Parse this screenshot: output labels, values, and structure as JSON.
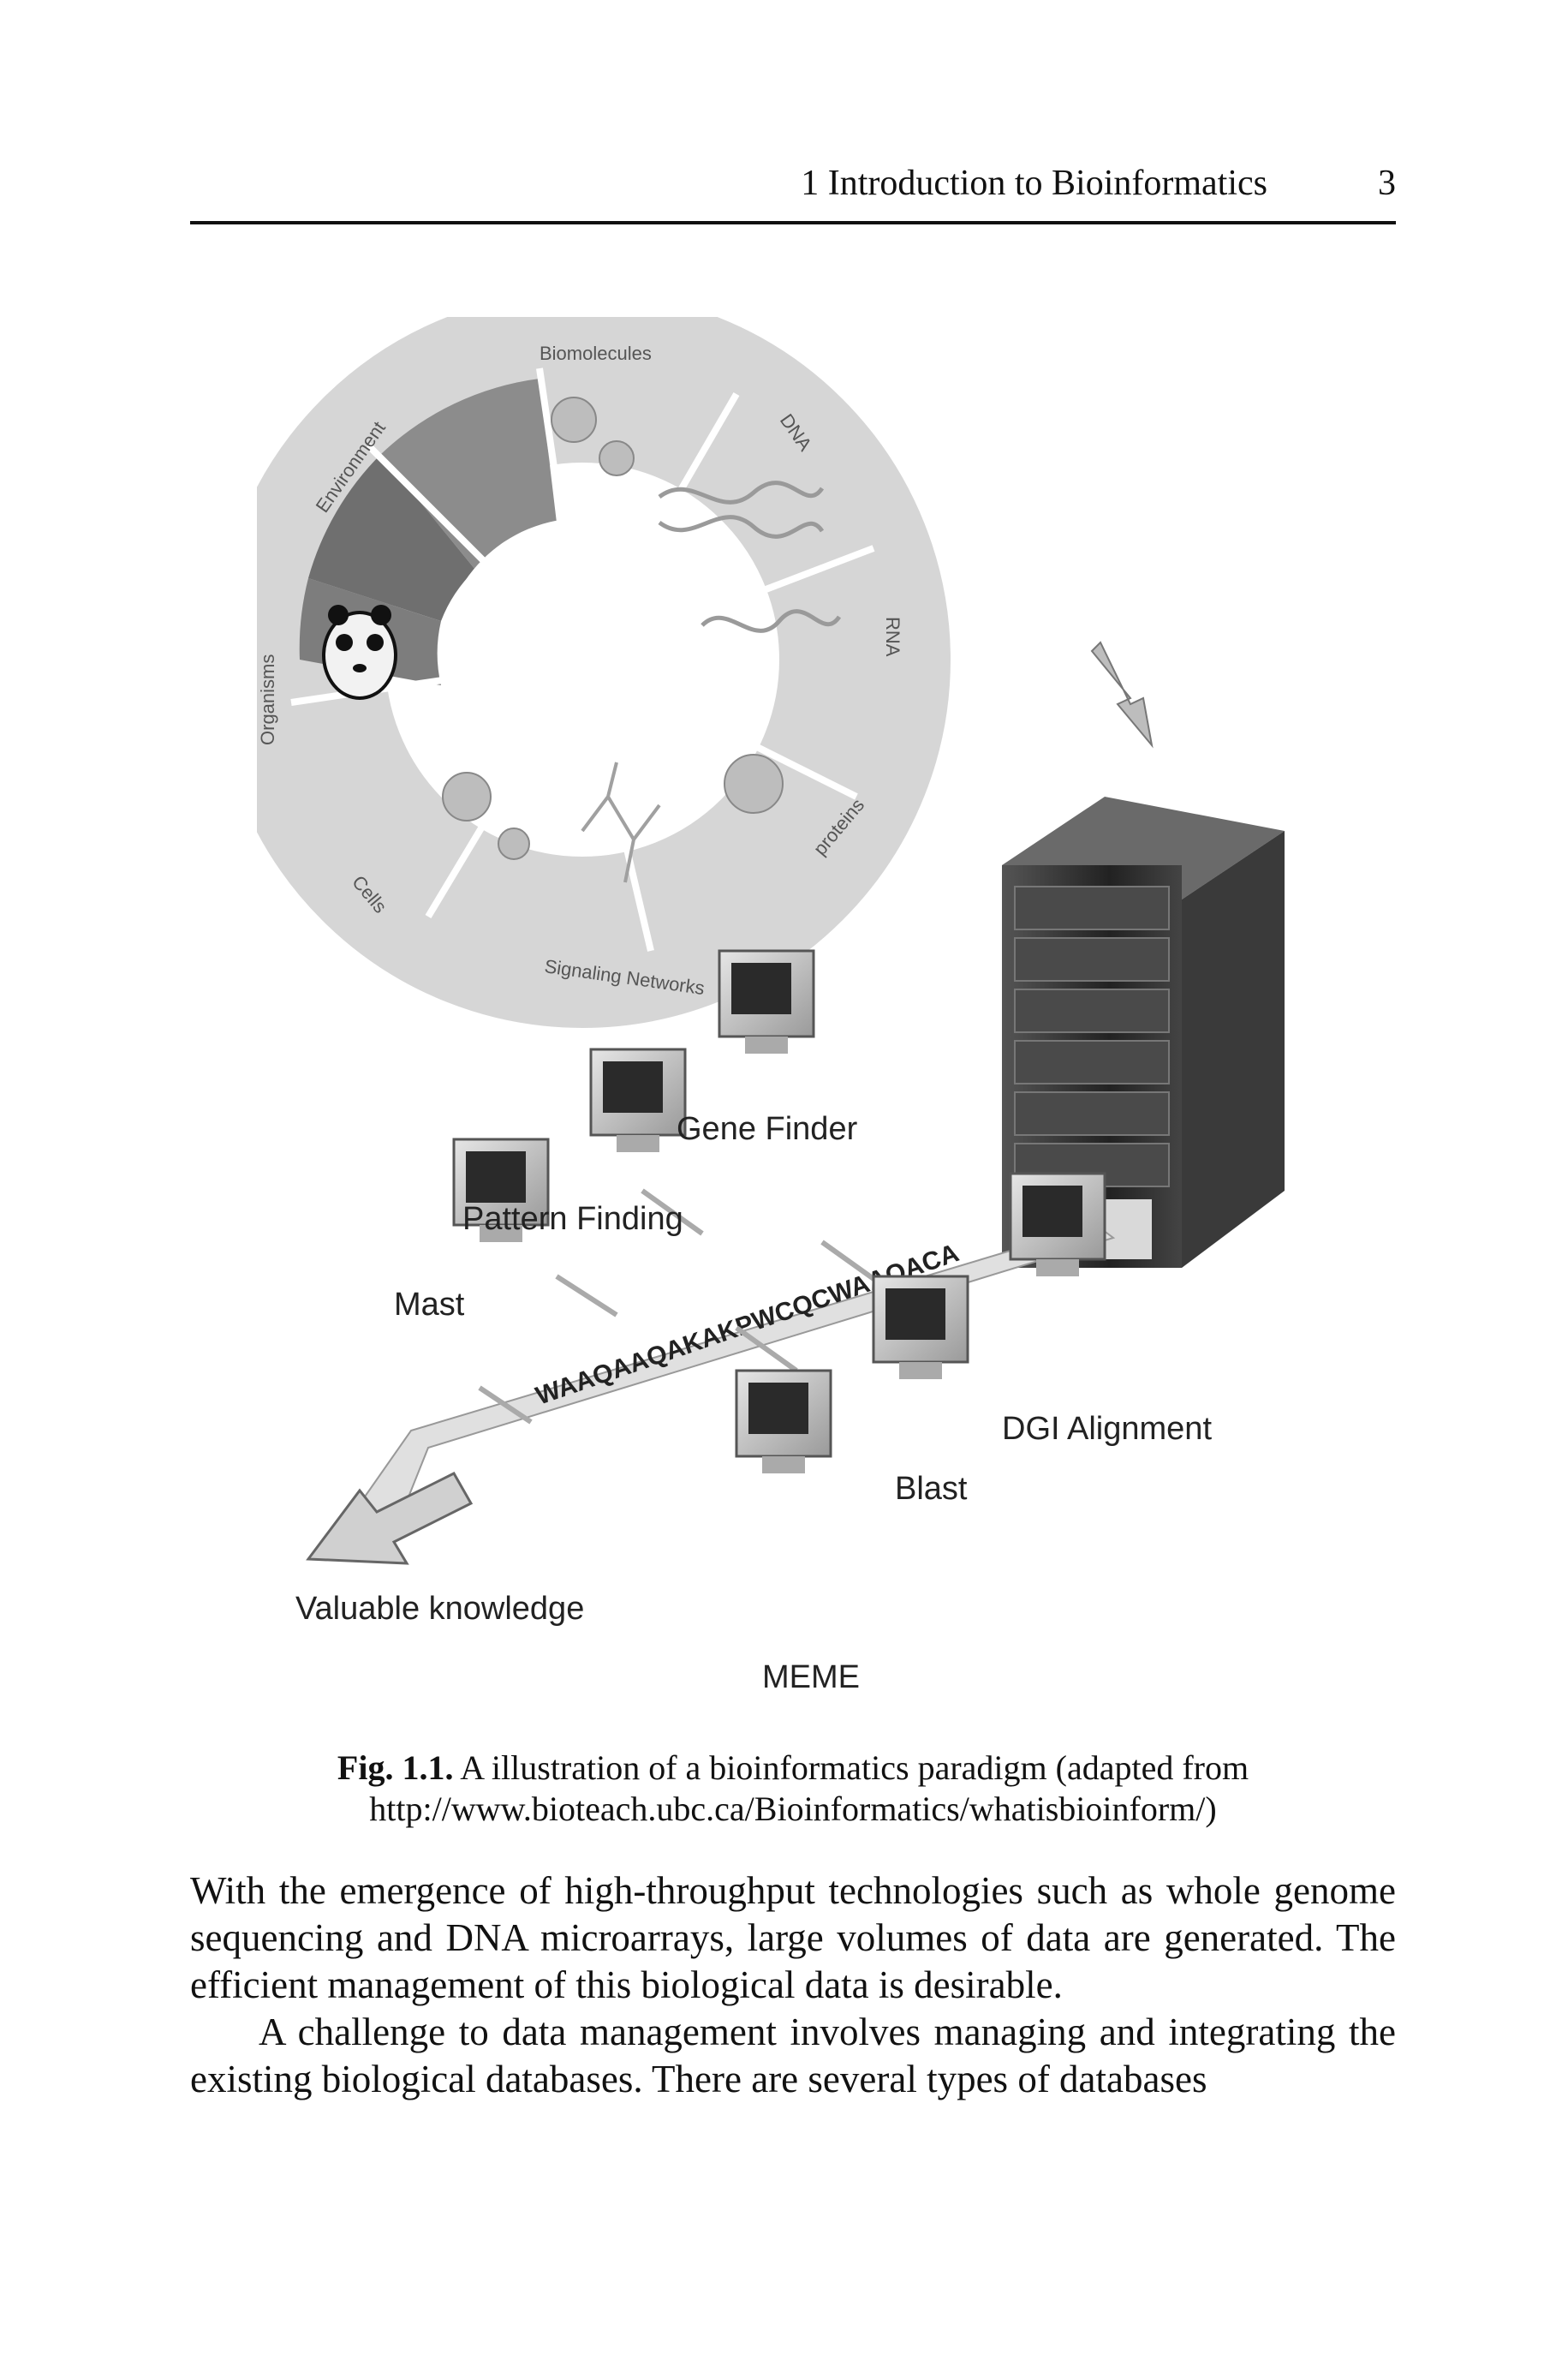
{
  "header": {
    "running_title": "1 Introduction to Bioinformatics",
    "page_number": "3"
  },
  "figure": {
    "wheel_segments": [
      "Biomolecules",
      "DNA",
      "RNA",
      "proteins",
      "Signaling Networks",
      "Cells",
      "Organisms",
      "Environment"
    ],
    "tools": {
      "gene_finder": "Gene Finder",
      "pattern_finding": "Pattern Finding",
      "mast": "Mast",
      "dgi_alignment": "DGI Alignment",
      "blast": "Blast",
      "meme": "MEME",
      "valuable_knowledge": "Valuable knowledge"
    },
    "sequence": "WAAQAAQAKAKPWCQCWAAQACA"
  },
  "caption": {
    "label": "Fig. 1.1.",
    "text": "A illustration of a bioinformatics paradigm (adapted from",
    "url": "http://www.bioteach.ubc.ca/Bioinformatics/whatisbioinform/)"
  },
  "body": {
    "p1": "With the emergence of high-throughput technologies such as whole genome sequencing and DNA microarrays, large volumes of data are generated. The efficient management of this biological data is desirable.",
    "p2": "A challenge to data management involves managing and integrating the existing biological databases. There are several types of databases"
  },
  "colors": {
    "text": "#111111",
    "figure_gray": "#9a9a9a",
    "server_dark": "#2b2b2b"
  }
}
